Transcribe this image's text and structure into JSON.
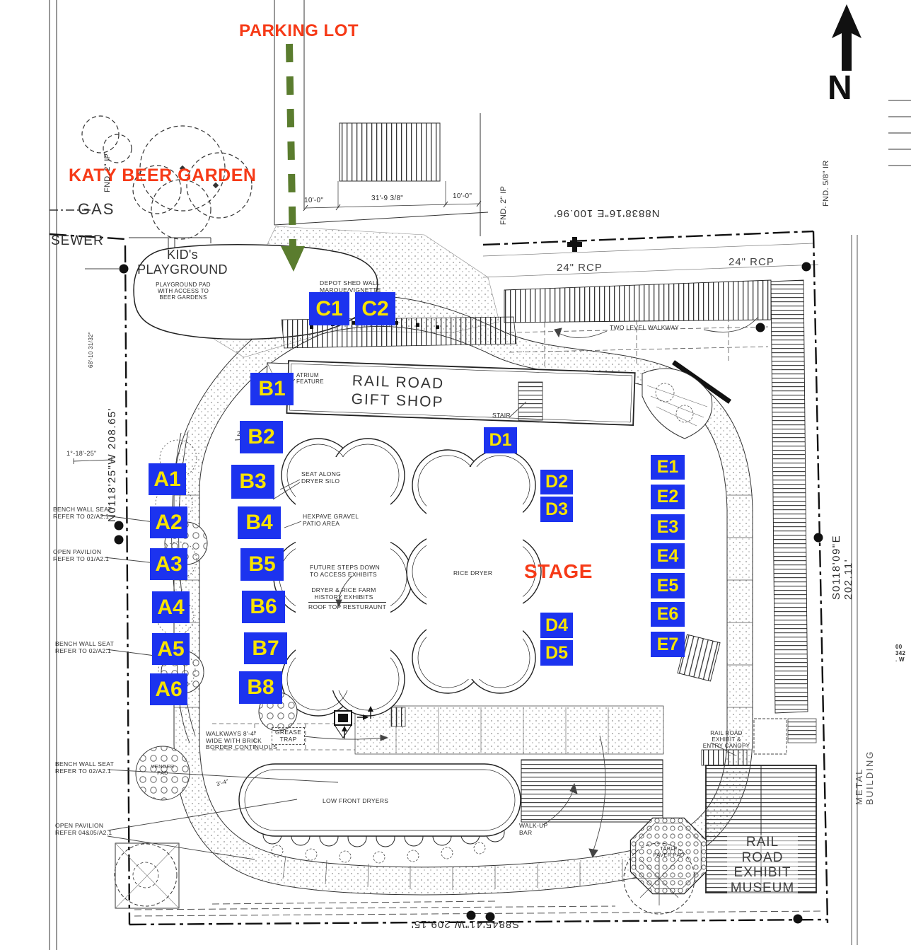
{
  "colors": {
    "accent_red": "#f63a17",
    "booth_blue": "#1c33ef",
    "booth_yellow": "#f8e300",
    "arrow_green": "#5a7c2e",
    "line": "#222222"
  },
  "overlay": {
    "parking_lot": "PARKING LOT",
    "beer_garden": "KATY BEER GARDEN",
    "stage": "STAGE",
    "north": "N"
  },
  "booths": [
    {
      "label": "A1"
    },
    {
      "label": "A2"
    },
    {
      "label": "A3"
    },
    {
      "label": "A4"
    },
    {
      "label": "A5"
    },
    {
      "label": "A6"
    },
    {
      "label": "B1"
    },
    {
      "label": "B2"
    },
    {
      "label": "B3"
    },
    {
      "label": "B4"
    },
    {
      "label": "B5"
    },
    {
      "label": "B6"
    },
    {
      "label": "B7"
    },
    {
      "label": "B8"
    },
    {
      "label": "C1"
    },
    {
      "label": "C2"
    },
    {
      "label": "D1"
    },
    {
      "label": "D2"
    },
    {
      "label": "D3"
    },
    {
      "label": "D4"
    },
    {
      "label": "D5"
    },
    {
      "label": "E1"
    },
    {
      "label": "E2"
    },
    {
      "label": "E3"
    },
    {
      "label": "E4"
    },
    {
      "label": "E5"
    },
    {
      "label": "E6"
    },
    {
      "label": "E7"
    }
  ],
  "labels": {
    "kids_playground": "KID's\nPLAYGROUND",
    "playground_pad": "PLAYGROUND PAD\nWITH ACCESS TO\nBEER GARDENS",
    "depot_shed": "DEPOT SHED WALL\nMARQUE/VIGNETTE",
    "atrium": "ATRIUM\nFEATURE",
    "gift_shop": "RAIL ROAD\nGIFT SHOP",
    "stair": "STAIR",
    "two_level": "TWO LEVEL WALKWAY",
    "seat_along": "SEAT ALONG\nDRYER SILO",
    "hexpave": "HEXPAVE GRAVEL\nPATIO AREA",
    "future_steps": "FUTURE STEPS DOWN\nTO ACCESS EXHIBITS",
    "dryer_history": "DRYER & RICE FARM\nHISTORY EXHIBITS",
    "rooftop": "ROOF TOP RESTURAUNT",
    "rice_dryer": "RICE DRYER",
    "bench_seat": "BENCH WALL SEAT\nREFER TO 02/A2.1",
    "open_pav1": "OPEN PAVILION\nREFER TO 01/A2.1",
    "open_pav2": "OPEN PAVILION\nREFER 04&05/A2.1",
    "walkways": "WALKWAYS 8'-4\"\nWIDE WITH BRICK\nBORDER CONTINUOUS",
    "grease": "GREASE\nTRAP",
    "vender_pad": "VENDER\nPAD",
    "low_front": "LOW FRONT DRYERS",
    "walkup": "WALK-UP\nBAR",
    "table_paver": "TABLE\nPAVER PAD",
    "canopy": "RAIL ROAD\nEXHIBIT &\nENTRY CANOPY",
    "museum": "RAIL ROAD\nEXHIBIT\nMUSEUM",
    "metal_building": "METAL BUILDING"
  },
  "dimensions": {
    "d10a": "10'-0\"",
    "d31": "31'-9 3/8\"",
    "d10b": "10'-0\"",
    "d24": "24'-0\"",
    "d34": "3'-4\"",
    "ang": "1°-18'-25\"",
    "d68": "68'-10 31/32\""
  },
  "boundaries": {
    "north": "N8838'16\"E 100.96'",
    "west": "N0118'25\"W 208.65'",
    "east": "S0118'09\"E 202.11'",
    "south": "S8845'41\"W 209.15'"
  },
  "utilities": {
    "gas": "GAS",
    "sewer": "SEWER",
    "rcp_left": "24\" RCP",
    "rcp_right": "24\" RCP"
  },
  "monuments": {
    "fnd_ip_left": "FND. 2\" IP",
    "fnd_ip_mid": "FND. 2\" IP",
    "fnd_ir_right": "FND. 5/8\" IR"
  },
  "edge_fragment": "00\n342\n. W"
}
